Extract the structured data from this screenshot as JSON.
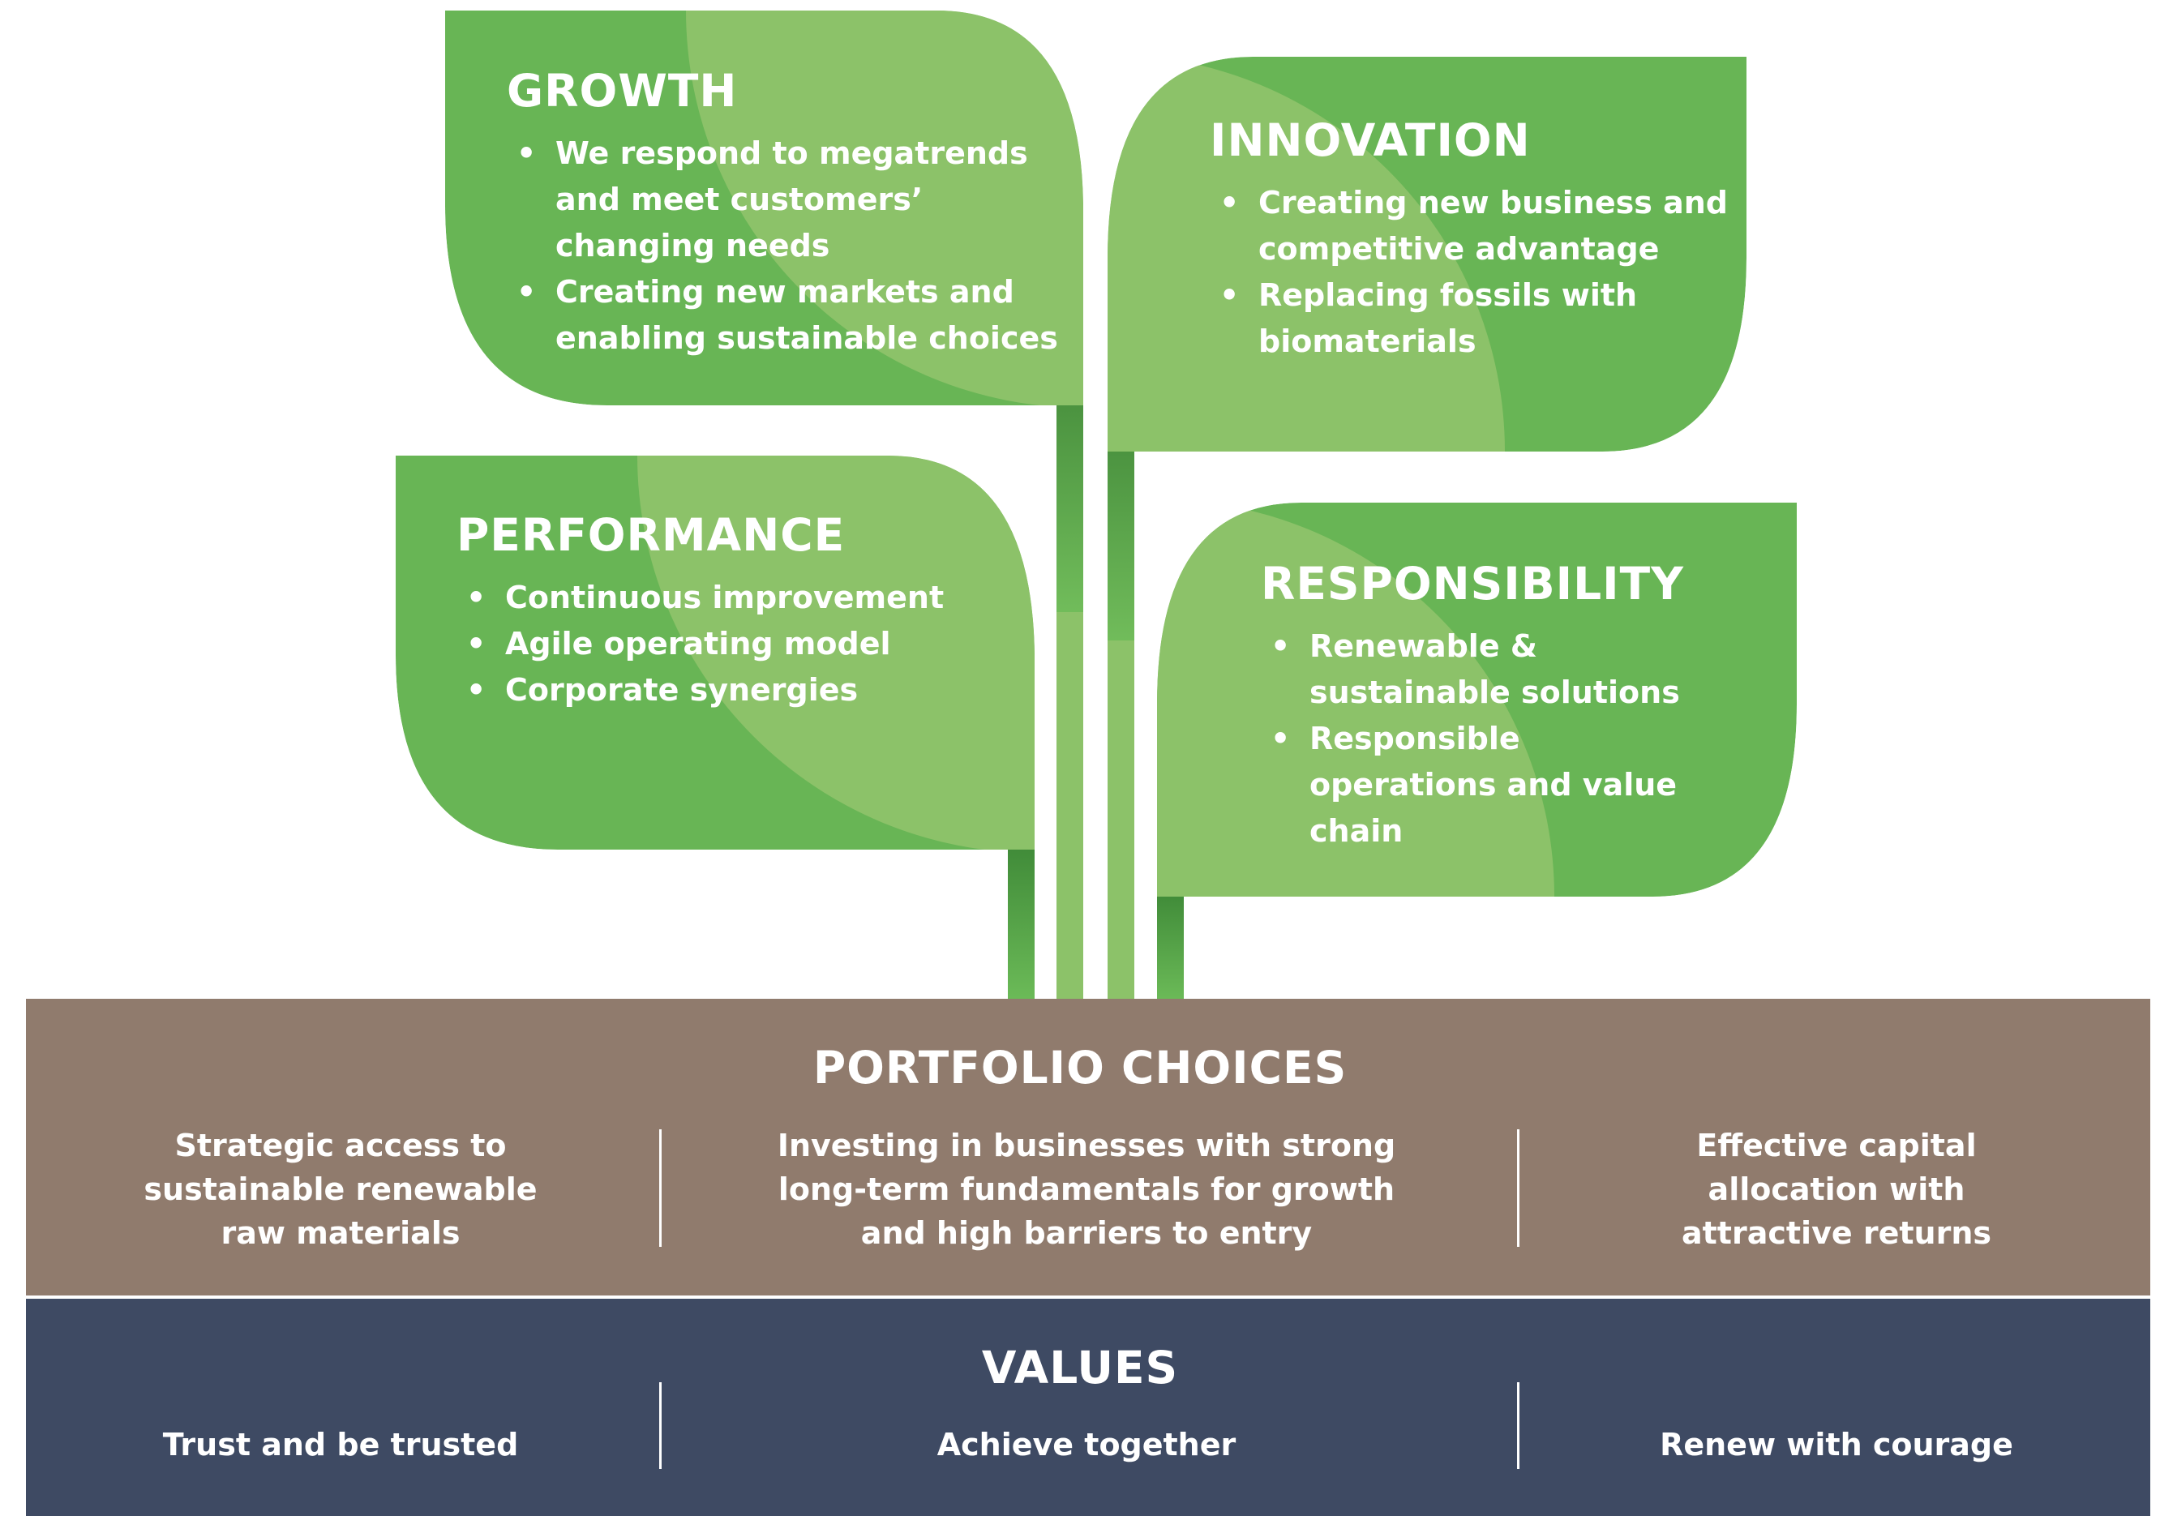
{
  "colors": {
    "leaf_light": "#8cc269",
    "leaf_dark": "#68b555",
    "stem_light": "#8cc269",
    "stem_dark": "#4f9a41",
    "portfolio_band": "#907b6d",
    "values_band": "#3e4a63",
    "text": "#ffffff"
  },
  "leaves": {
    "growth": {
      "title": "GROWTH",
      "items": [
        "We respond to megatrends and meet customers’ changing needs",
        "Creating new markets and enabling sustainable choices"
      ]
    },
    "innovation": {
      "title": "INNOVATION",
      "items": [
        "Creating new business and competitive advantage",
        "Replacing fossils with biomaterials"
      ]
    },
    "performance": {
      "title": "PERFORMANCE",
      "items": [
        "Continuous improvement",
        "Agile operating model",
        "Corporate synergies"
      ]
    },
    "responsibility": {
      "title": "RESPONSIBILITY",
      "items": [
        "Renewable & sustainable solutions",
        "Responsible operations and value chain"
      ]
    }
  },
  "portfolio": {
    "title": "PORTFOLIO CHOICES",
    "col1": "Strategic access to sustainable renewable raw materials",
    "col2": "Investing in businesses with strong long-term fundamentals for growth and high barriers to entry",
    "col3": "Effective capital allocation with attractive returns"
  },
  "values": {
    "title": "VALUES",
    "col1": "Trust and be trusted",
    "col2": "Achieve together",
    "col3": "Renew with courage"
  }
}
